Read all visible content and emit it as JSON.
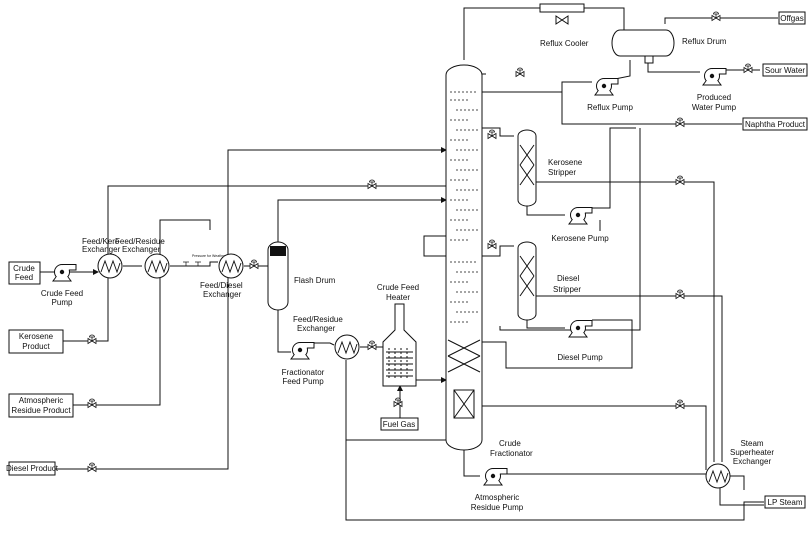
{
  "streams": {
    "crude_feed": [
      "Crude",
      "Feed"
    ],
    "kerosene_product": [
      "Kerosene",
      "Product"
    ],
    "atm_residue_product": [
      "Atmospheric",
      "Residue Product"
    ],
    "diesel_product": "Diesel Product",
    "offgas": "Offgas",
    "sour_water": "Sour Water",
    "naphtha_product": "Naphtha Product",
    "fuel_gas": "Fuel Gas",
    "lp_steam": "LP Steam"
  },
  "equipment": {
    "crude_feed_pump": [
      "Crude Feed",
      "Pump"
    ],
    "feed_kero_exchanger": [
      "Feed/Kero",
      "Exchanger"
    ],
    "feed_residue_exchanger_1": [
      "Feed/Residue",
      "Exchanger"
    ],
    "feed_diesel_exchanger": [
      "Feed/Diesel",
      "Exchanger"
    ],
    "pressure_note": "Pressure for Weather",
    "flash_drum": "Flash Drum",
    "feed_residue_exchanger_2": [
      "Feed/Residue",
      "Exchanger"
    ],
    "fractionator_feed_pump": [
      "Fractionator",
      "Feed Pump"
    ],
    "crude_feed_heater": [
      "Crude Feed",
      "Heater"
    ],
    "reflux_cooler": "Reflux Cooler",
    "reflux_drum": "Reflux Drum",
    "reflux_pump": "Reflux Pump",
    "produced_water_pump": [
      "Produced",
      "Water Pump"
    ],
    "kerosene_stripper": [
      "Kerosene",
      "Stripper"
    ],
    "kerosene_pump": "Kerosene Pump",
    "diesel_stripper": [
      "Diesel",
      "Stripper"
    ],
    "diesel_pump": "Diesel Pump",
    "crude_fractionator": [
      "Crude",
      "Fractionator"
    ],
    "atm_residue_pump": [
      "Atmospheric",
      "Residue Pump"
    ],
    "steam_superheater_exchanger": [
      "Steam",
      "Superheater",
      "Exchanger"
    ]
  }
}
